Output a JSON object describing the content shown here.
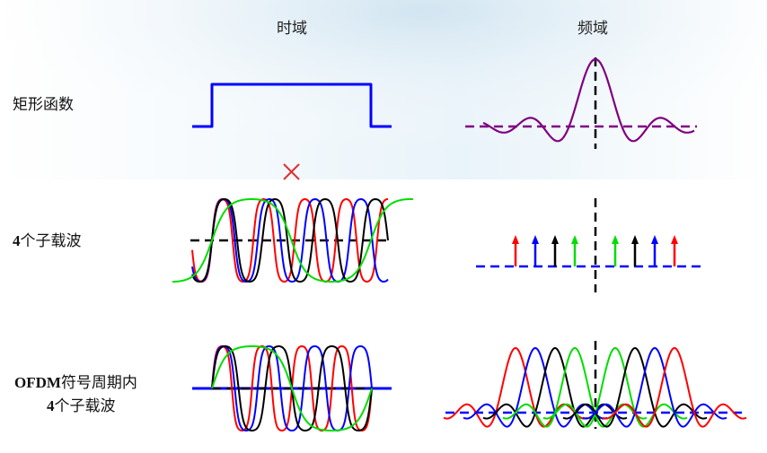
{
  "headers": {
    "time": "时域",
    "freq": "频域"
  },
  "rows": {
    "rect": {
      "label": "矩形函数"
    },
    "sub": {
      "label_bold": "4",
      "label_rest": "个子载波"
    },
    "ofdm": {
      "line1_bold": "OFDM",
      "line1_rest": "符号周期内",
      "line2_bold": "4",
      "line2_rest": "个子载波"
    }
  },
  "colors": {
    "rect": "#0000ff",
    "sinc_purple": "#800080",
    "axis_dash": "#000000",
    "red": "#ff0000",
    "blue": "#0000ff",
    "black": "#000000",
    "green": "#00dd00",
    "cross": "#e03030"
  },
  "icons": {
    "multiply": "multiply-cross-icon"
  }
}
